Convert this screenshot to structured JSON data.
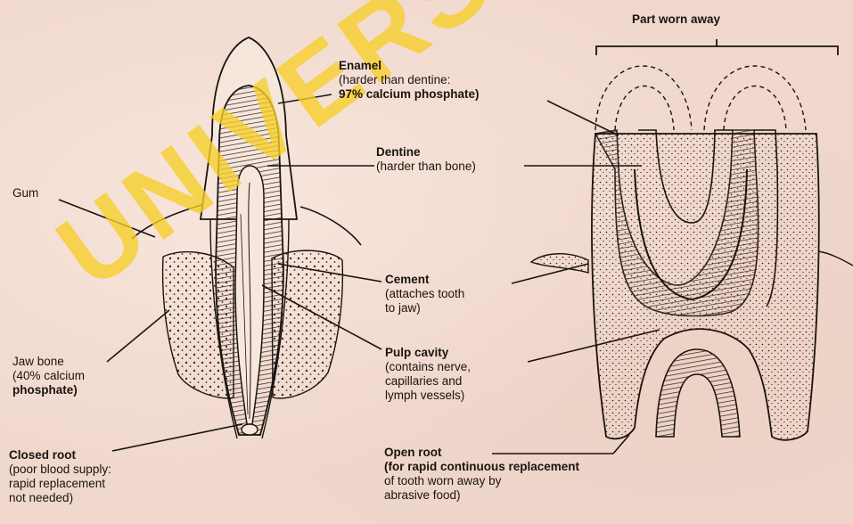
{
  "top_label": "Part worn away",
  "labels": {
    "gum": "Gum",
    "enamel": {
      "title": "Enamel",
      "line1": "(harder than dentine:",
      "line2": "97% calcium phosphate)"
    },
    "dentine": {
      "title": "Dentine",
      "line1": "(harder than bone)"
    },
    "cement": {
      "title": "Cement",
      "line1": "(attaches tooth",
      "line2": "to jaw)"
    },
    "pulp": {
      "title": "Pulp cavity",
      "line1": "(contains nerve,",
      "line2": "capillaries and",
      "line3": "lymph vessels)"
    },
    "jaw": {
      "title": "Jaw bone",
      "line1": "(40% calcium",
      "line2": "phosphate)"
    },
    "closed_root": {
      "title": "Closed root",
      "line1": "(poor blood supply:",
      "line2": "rapid replacement",
      "line3": "not needed)"
    },
    "open_root": {
      "title": "Open root",
      "line1": "(for rapid continuous replacement",
      "line2": "of tooth worn away by",
      "line3": "abrasive food)"
    }
  },
  "watermark": "UNIVERSITY OF IBADAN",
  "colors": {
    "paper": "#f0d8cd",
    "ink": "#1a1410",
    "watermark": "#f6ce28"
  }
}
